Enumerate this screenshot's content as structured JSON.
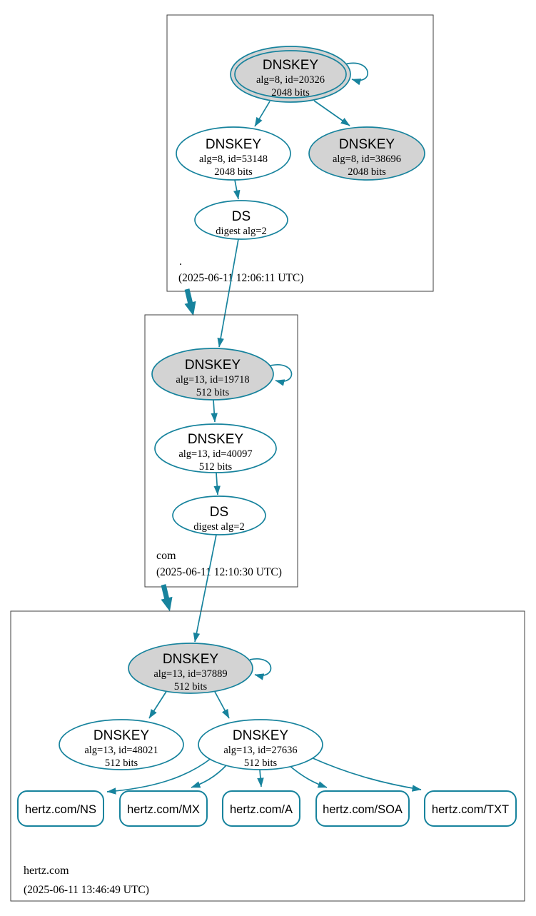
{
  "colors": {
    "accent-teal": "#17839d",
    "node-fill-gray": "#d3d3d3",
    "node-fill-white": "#ffffff",
    "zone-border": "#3f3f3f"
  },
  "zones": {
    "root": {
      "label": ".",
      "timestamp": "(2025-06-11 12:06:11 UTC)",
      "ksk": {
        "title": "DNSKEY",
        "alg": "alg=8, id=20326",
        "bits": "2048 bits"
      },
      "zsk": {
        "title": "DNSKEY",
        "alg": "alg=8, id=53148",
        "bits": "2048 bits"
      },
      "key2": {
        "title": "DNSKEY",
        "alg": "alg=8, id=38696",
        "bits": "2048 bits"
      },
      "ds": {
        "title": "DS",
        "digest": "digest alg=2"
      }
    },
    "com": {
      "label": "com",
      "timestamp": "(2025-06-11 12:10:30 UTC)",
      "ksk": {
        "title": "DNSKEY",
        "alg": "alg=13, id=19718",
        "bits": "512 bits"
      },
      "zsk": {
        "title": "DNSKEY",
        "alg": "alg=13, id=40097",
        "bits": "512 bits"
      },
      "ds": {
        "title": "DS",
        "digest": "digest alg=2"
      }
    },
    "hertz": {
      "label": "hertz.com",
      "timestamp": "(2025-06-11 13:46:49 UTC)",
      "ksk": {
        "title": "DNSKEY",
        "alg": "alg=13, id=37889",
        "bits": "512 bits"
      },
      "zsk1": {
        "title": "DNSKEY",
        "alg": "alg=13, id=48021",
        "bits": "512 bits"
      },
      "zsk2": {
        "title": "DNSKEY",
        "alg": "alg=13, id=27636",
        "bits": "512 bits"
      },
      "rrsets": [
        {
          "label": "hertz.com/NS"
        },
        {
          "label": "hertz.com/MX"
        },
        {
          "label": "hertz.com/A"
        },
        {
          "label": "hertz.com/SOA"
        },
        {
          "label": "hertz.com/TXT"
        }
      ]
    }
  }
}
